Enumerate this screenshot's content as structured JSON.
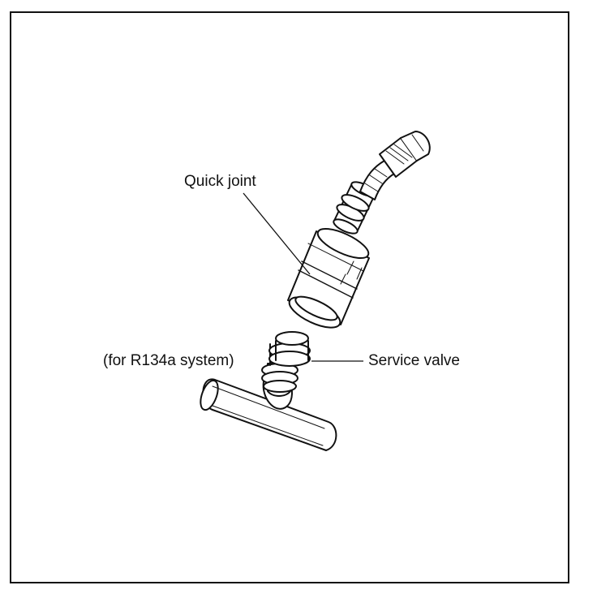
{
  "labels": {
    "quick_joint": "Quick joint",
    "for_r134a": "(for R134a system)",
    "service_valve": "Service valve"
  },
  "style": {
    "ink": "#111111",
    "background": "#ffffff"
  }
}
